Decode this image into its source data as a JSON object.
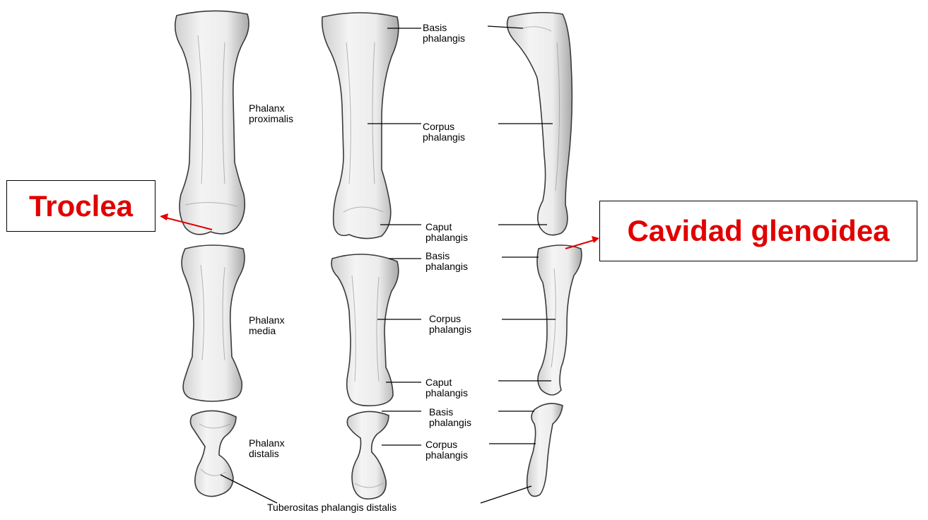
{
  "callouts": {
    "troclea": "Troclea",
    "cavidad_glenoidea": "Cavidad glenoidea"
  },
  "phalanx_names": {
    "proximal": "Phalanx\nproximalis",
    "media": "Phalanx\nmedia",
    "distal": "Phalanx\ndistalis"
  },
  "labels": {
    "basis_1": "Basis\nphalangis",
    "corpus_1": "Corpus\nphalangis",
    "caput_1": "Caput\nphalangis",
    "basis_2": "Basis\nphalangis",
    "corpus_2": "Corpus\nphalangis",
    "caput_2": "Caput\nphalangis",
    "basis_3": "Basis\nphalangis",
    "corpus_3": "Corpus\nphalangis",
    "tuberositas": "Tuberositas phalangis distalis"
  },
  "colors": {
    "callout_text": "#e00000",
    "callout_arrow": "#e00000"
  }
}
